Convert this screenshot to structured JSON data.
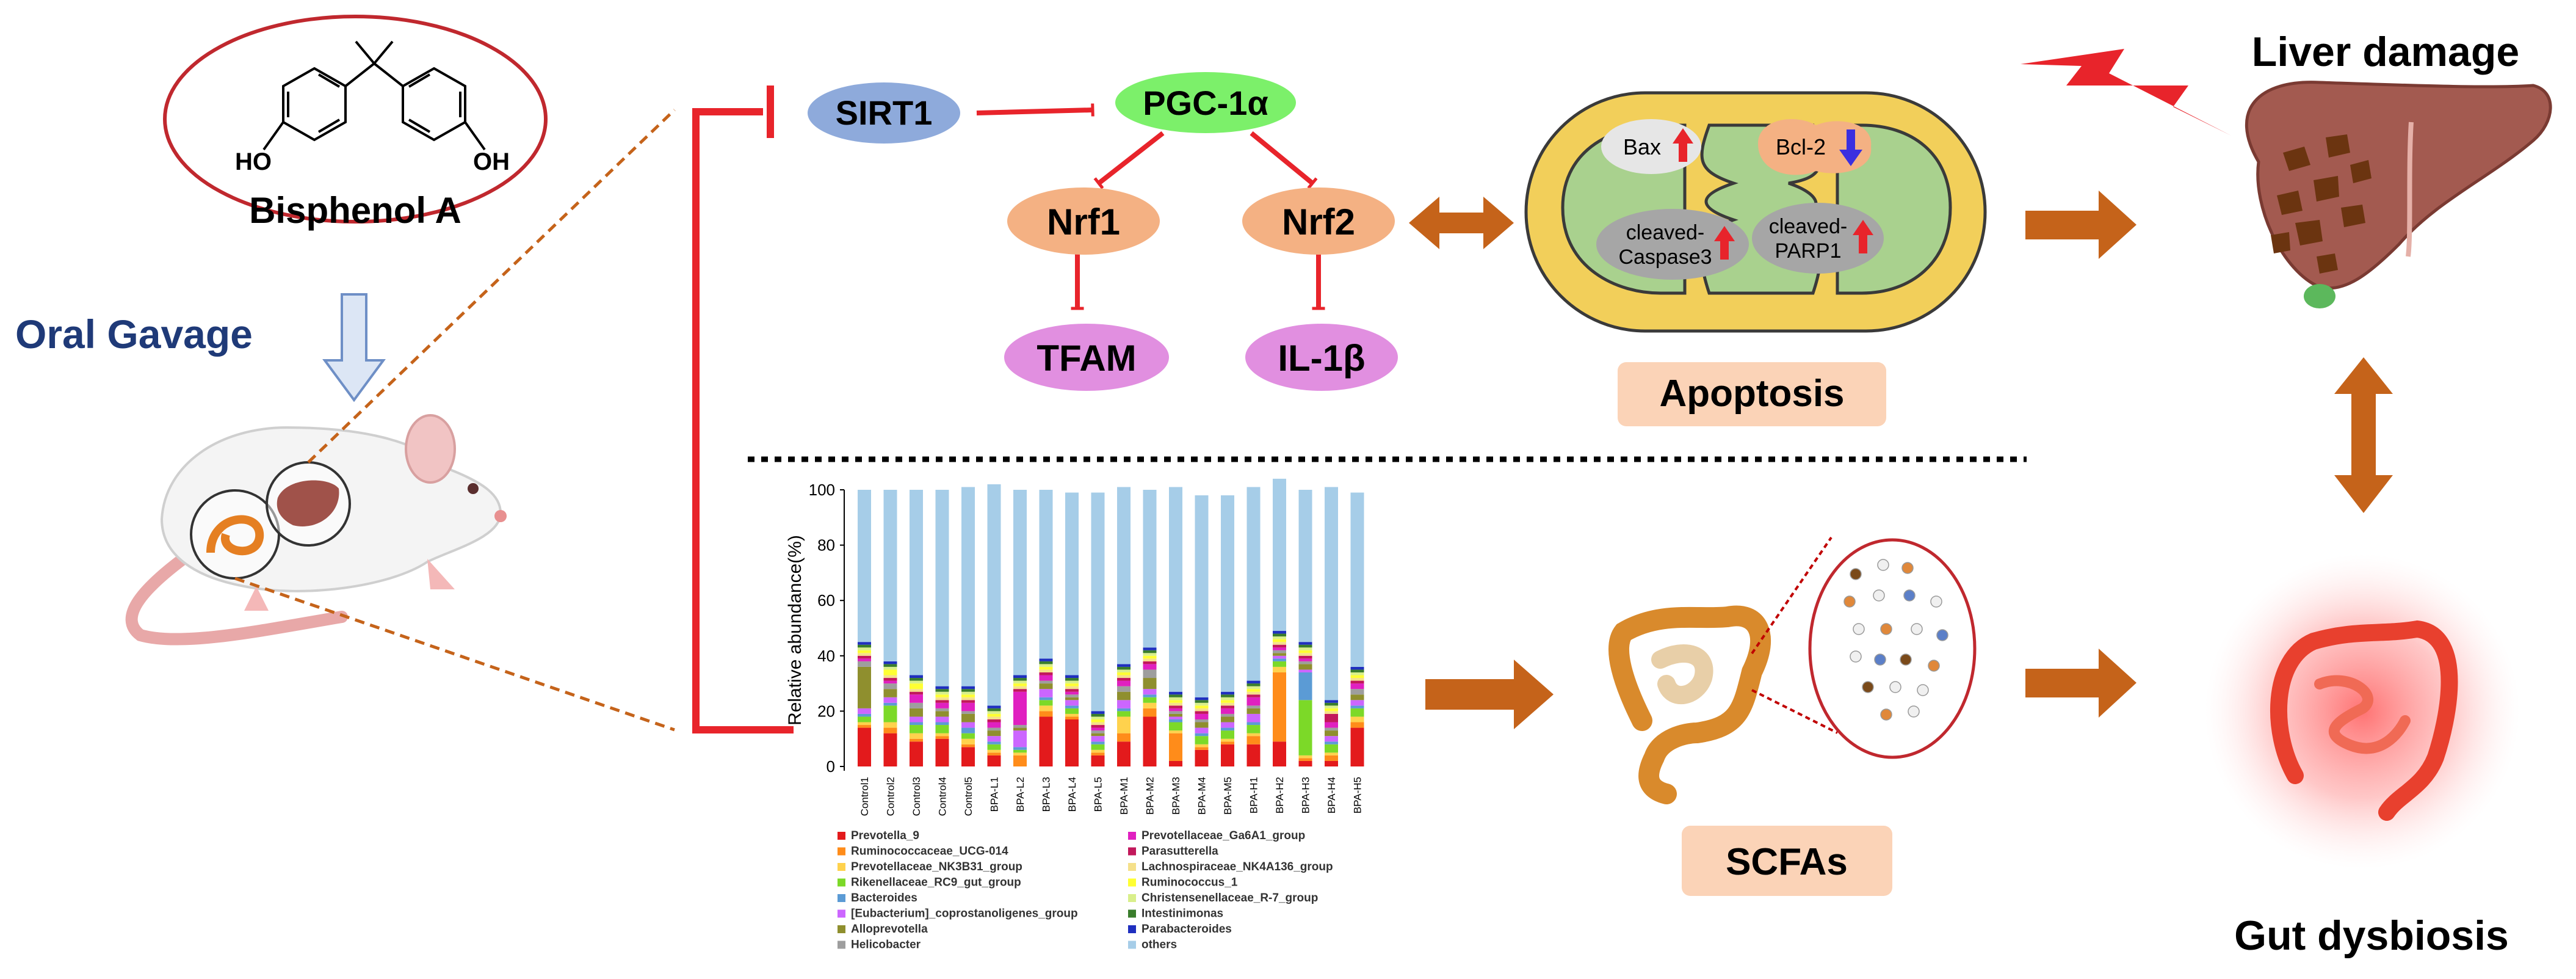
{
  "compound": {
    "name": "Bisphenol A",
    "oh_left": "HO",
    "oh_right": "OH"
  },
  "route": "Oral Gavage",
  "pathway": {
    "sirt1": "SIRT1",
    "pgc": "PGC-1α",
    "nrf1": "Nrf1",
    "nrf2": "Nrf2",
    "tfam": "TFAM",
    "il1b": "IL-1β"
  },
  "mito": {
    "bax": "Bax",
    "bcl2": "Bcl-2",
    "caspase_line1": "cleaved-",
    "caspase_line2": "Caspase3",
    "parp_line1": "cleaved-",
    "parp_line2": "PARP1"
  },
  "labels": {
    "apoptosis": "Apoptosis",
    "liver": "Liver damage",
    "gut": "Gut dysbiosis",
    "scfas": "SCFAs"
  },
  "colors": {
    "inhibit": "#e8242b",
    "arrow": "#c5631a",
    "sirt1": "#8eaadb",
    "pgc": "#7cf06a",
    "nrf": "#f4b183",
    "ellipse_pink": "#e18fe0",
    "box": "#fbd3b7",
    "mito_outer": "#f2cf5a",
    "mito_inner": "#a9d18e"
  },
  "chart_data": {
    "type": "bar",
    "stacked": true,
    "ylabel": "Relative abundance(%)",
    "ylim": [
      0,
      100
    ],
    "yticks": [
      0,
      20,
      40,
      60,
      80,
      100
    ],
    "categories": [
      "Control1",
      "Control2",
      "Control3",
      "Control4",
      "Control5",
      "BPA-L1",
      "BPA-L2",
      "BPA-L3",
      "BPA-L4",
      "BPA-L5",
      "BPA-M1",
      "BPA-M2",
      "BPA-M3",
      "BPA-M4",
      "BPA-M5",
      "BPA-H1",
      "BPA-H2",
      "BPA-H3",
      "BPA-H4",
      "BPA-H5"
    ],
    "series": [
      {
        "name": "Prevotella_9",
        "color": "#e31a1c",
        "values": [
          14,
          12,
          9,
          10,
          7,
          4,
          0,
          18,
          17,
          4,
          9,
          18,
          2,
          6,
          8,
          8,
          9,
          2,
          2,
          14
        ]
      },
      {
        "name": "Ruminococcaceae_UCG-014",
        "color": "#ff8c1a",
        "values": [
          1,
          2,
          1,
          1,
          1,
          1,
          4,
          2,
          1,
          1,
          3,
          3,
          10,
          1,
          1,
          3,
          25,
          1,
          2,
          2
        ]
      },
      {
        "name": "Prevotellaceae_NK3B31_group",
        "color": "#ffd24d",
        "values": [
          1,
          2,
          2,
          1,
          2,
          1,
          1,
          2,
          1,
          1,
          6,
          2,
          1,
          1,
          1,
          1,
          2,
          1,
          1,
          2
        ]
      },
      {
        "name": "Rikenellaceae_RC9_gut_group",
        "color": "#7cd928",
        "values": [
          2,
          6,
          3,
          3,
          2,
          2,
          1,
          2,
          2,
          2,
          2,
          2,
          3,
          3,
          3,
          3,
          2,
          20,
          3,
          3
        ]
      },
      {
        "name": "Bacteroides",
        "color": "#5b9bd5",
        "values": [
          1,
          1,
          1,
          1,
          2,
          1,
          1,
          1,
          1,
          1,
          1,
          1,
          1,
          1,
          1,
          1,
          1,
          10,
          1,
          1
        ]
      },
      {
        "name": "[Eubacterium]_coprostanoligenes_group",
        "color": "#cc66ff",
        "values": [
          2,
          2,
          2,
          2,
          2,
          2,
          6,
          3,
          2,
          2,
          3,
          2,
          1,
          2,
          2,
          3,
          1,
          1,
          2,
          2
        ]
      },
      {
        "name": "Alloprevotella",
        "color": "#8f8f2e",
        "values": [
          15,
          3,
          3,
          2,
          3,
          2,
          1,
          2,
          1,
          1,
          3,
          4,
          1,
          2,
          2,
          2,
          1,
          2,
          2,
          2
        ]
      },
      {
        "name": "Helicobacter",
        "color": "#9e9e9e",
        "values": [
          2,
          2,
          2,
          1,
          1,
          1,
          1,
          1,
          1,
          1,
          2,
          3,
          1,
          1,
          1,
          1,
          1,
          1,
          1,
          2
        ]
      },
      {
        "name": "Prevotellaceae_Ga6A1_group",
        "color": "#e020c0",
        "values": [
          1,
          1,
          3,
          2,
          3,
          2,
          12,
          2,
          1,
          1,
          2,
          2,
          1,
          2,
          2,
          3,
          1,
          1,
          2,
          2
        ]
      },
      {
        "name": "Parasutterella",
        "color": "#c2185b",
        "values": [
          1,
          1,
          1,
          1,
          1,
          1,
          1,
          1,
          1,
          1,
          1,
          1,
          1,
          1,
          1,
          1,
          1,
          1,
          3,
          1
        ]
      },
      {
        "name": "Lachnospiraceae_NK4A136_group",
        "color": "#f5e08a",
        "values": [
          1,
          1,
          1,
          1,
          1,
          1,
          1,
          1,
          1,
          1,
          1,
          1,
          1,
          1,
          1,
          1,
          1,
          1,
          1,
          1
        ]
      },
      {
        "name": "Ruminococcus_1",
        "color": "#ffff33",
        "values": [
          1,
          2,
          2,
          1,
          1,
          1,
          1,
          1,
          1,
          1,
          1,
          1,
          1,
          1,
          1,
          1,
          1,
          1,
          1,
          1
        ]
      },
      {
        "name": "Christensenellaceae_R-7_group",
        "color": "#d9ef8b",
        "values": [
          1,
          1,
          1,
          1,
          1,
          1,
          1,
          1,
          1,
          1,
          1,
          1,
          1,
          1,
          1,
          1,
          1,
          1,
          1,
          1
        ]
      },
      {
        "name": "Intestinimonas",
        "color": "#3a7d2c",
        "values": [
          1,
          1,
          1,
          1,
          1,
          1,
          1,
          1,
          1,
          1,
          1,
          1,
          1,
          1,
          1,
          1,
          1,
          1,
          1,
          1
        ]
      },
      {
        "name": "Parabacteroides",
        "color": "#1f2fbf",
        "values": [
          1,
          1,
          1,
          1,
          1,
          1,
          1,
          1,
          1,
          1,
          1,
          1,
          1,
          1,
          1,
          1,
          1,
          1,
          1,
          1
        ]
      },
      {
        "name": "others",
        "color": "#a6cde8",
        "values": [
          55,
          62,
          67,
          71,
          72,
          80,
          67,
          61,
          66,
          79,
          64,
          57,
          74,
          73,
          71,
          70,
          55,
          55,
          77,
          63
        ]
      }
    ]
  }
}
